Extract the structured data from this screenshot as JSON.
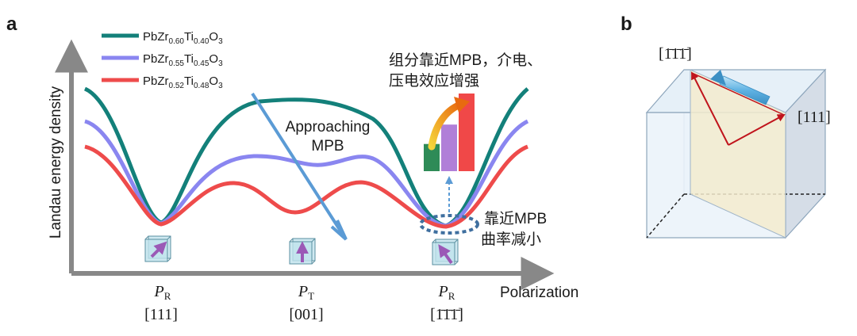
{
  "panel_a": {
    "label": "a",
    "y_axis_label": "Landau energy density",
    "x_axis_label": "Polarization",
    "legend": [
      {
        "pre": "PbZr",
        "s1": "0.60",
        "mid": "Ti",
        "s2": "0.40",
        "o": "O",
        "s3": "3",
        "color": "#13807a"
      },
      {
        "pre": "PbZr",
        "s1": "0.55",
        "mid": "Ti",
        "s2": "0.45",
        "o": "O",
        "s3": "3",
        "color": "#8a86f0"
      },
      {
        "pre": "PbZr",
        "s1": "0.52",
        "mid": "Ti",
        "s2": "0.48",
        "o": "O",
        "s3": "3",
        "color": "#ee4b4b"
      }
    ],
    "arrow_label_line1": "Approaching",
    "arrow_label_line2": "MPB",
    "annotation_top_line1": "组分靠近MPB，介电、",
    "annotation_top_line2": "压电效应增强",
    "annotation_bottom_line1": "靠近MPB",
    "annotation_bottom_line2": "曲率减小",
    "ticks": [
      {
        "p": "P",
        "sub": "R",
        "dir": "[111]"
      },
      {
        "p": "P",
        "sub": "T",
        "dir": "[001]"
      },
      {
        "p": "P",
        "sub": "R",
        "dir": "[1̄1̄1̄]"
      }
    ],
    "bar_colors": [
      "#2e8b57",
      "#b07fd8",
      "#f04848"
    ],
    "bar_levels": [
      0.35,
      0.6,
      1.0
    ]
  },
  "panel_b": {
    "label": "b",
    "label_top": "[1̄1̄1̄]",
    "label_right": "[111]"
  }
}
